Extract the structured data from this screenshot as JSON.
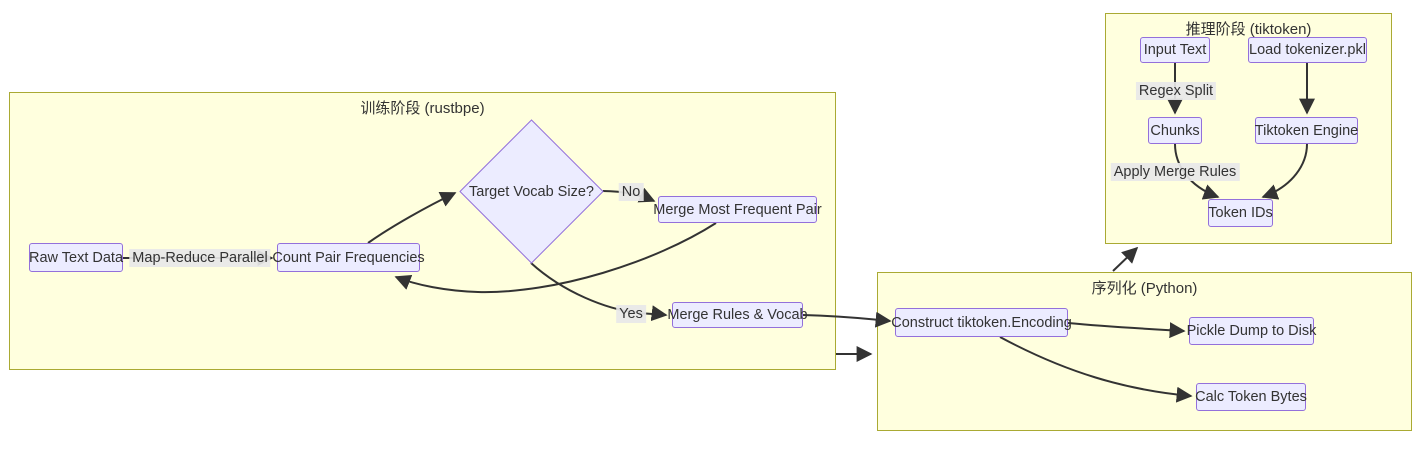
{
  "diagram": {
    "type": "flowchart",
    "colors": {
      "node_fill": "#ECECFF",
      "node_border": "#9370DB",
      "cluster_fill": "#ffffde",
      "cluster_border": "#aaaa33",
      "edge": "#333333",
      "edge_label_bg": "#e8e8e8",
      "text": "#333333",
      "background": "#ffffff"
    },
    "clusters": {
      "train": {
        "title": "训练阶段 (rustbpe)"
      },
      "infer": {
        "title": "推理阶段 (tiktoken)"
      },
      "serial": {
        "title": "序列化 (Python)"
      }
    },
    "nodes": {
      "raw": {
        "label": "Raw Text Data"
      },
      "count": {
        "label": "Count Pair Frequencies"
      },
      "target": {
        "label": "Target Vocab Size?",
        "shape": "diamond"
      },
      "mergemost": {
        "label": "Merge Most Frequent Pair"
      },
      "mergerules": {
        "label": "Merge Rules & Vocab"
      },
      "construct": {
        "label": "Construct tiktoken.Encoding"
      },
      "pickle": {
        "label": "Pickle Dump to Disk"
      },
      "calc": {
        "label": "Calc Token Bytes"
      },
      "input": {
        "label": "Input Text"
      },
      "load": {
        "label": "Load tokenizer.pkl"
      },
      "chunks": {
        "label": "Chunks"
      },
      "engine": {
        "label": "Tiktoken Engine"
      },
      "tokenids": {
        "label": "Token IDs"
      }
    },
    "edge_labels": {
      "mapreduce": {
        "text": "Map-Reduce Parallel"
      },
      "no": {
        "text": "No"
      },
      "yes": {
        "text": "Yes"
      },
      "regex": {
        "text": "Regex Split"
      },
      "applymerge": {
        "text": "Apply Merge Rules"
      }
    }
  }
}
